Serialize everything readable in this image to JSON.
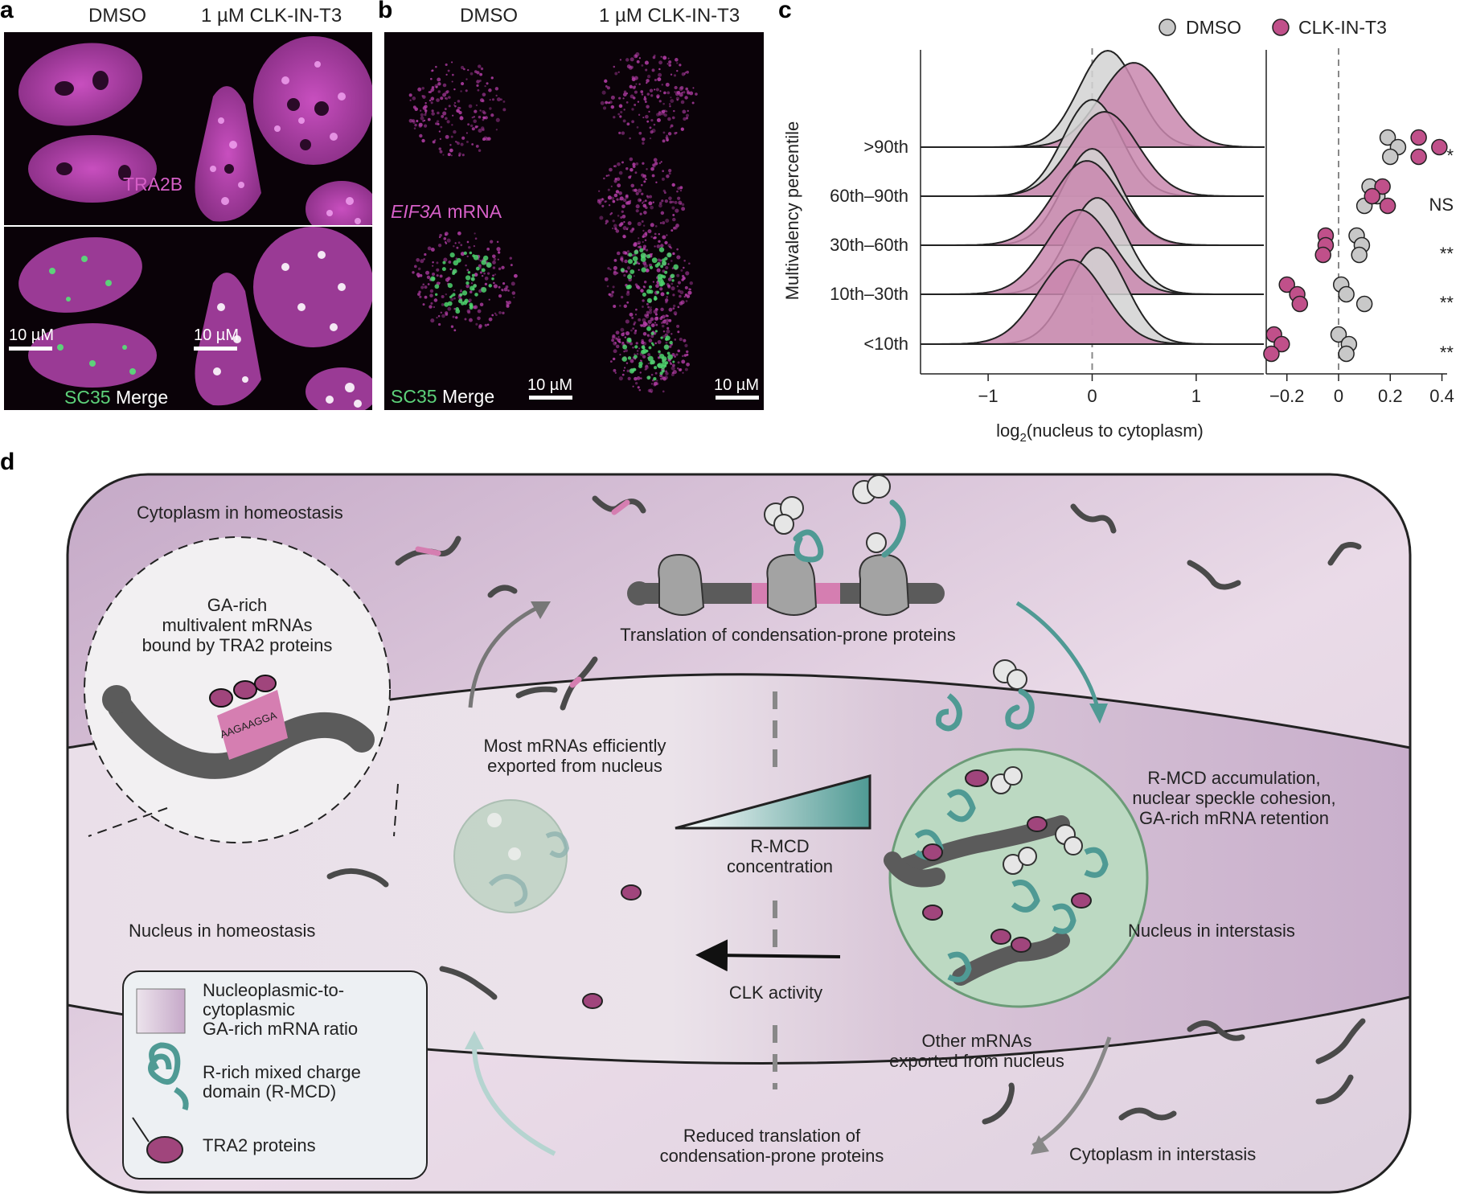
{
  "panel_a": {
    "letter": "a",
    "col1": "DMSO",
    "col2": "1 µM CLK-IN-T3",
    "top_label": "TRA2B",
    "bottom_label_green": "SC35",
    "bottom_label_white": "Merge",
    "scalebar1": "10 µM",
    "scalebar2": "10 µM"
  },
  "panel_b": {
    "letter": "b",
    "col1": "DMSO",
    "col2": "1 µM CLK-IN-T3",
    "top_label_italic": "EIF3A",
    "top_label_rest": "mRNA",
    "bottom_label_green": "SC35",
    "bottom_label_white": "Merge",
    "scalebar1": "10 µM",
    "scalebar2": "10 µM"
  },
  "panel_c": {
    "letter": "c",
    "legend": [
      "DMSO",
      "CLK-IN-T3"
    ],
    "colors": {
      "dmso": "#c8c8c8",
      "clk": "#c0508a",
      "clk_fill": "#c987ae",
      "dmso_fill": "#d2d2d2"
    },
    "ylabel": "Multivalency percentile",
    "xlabel_main": "log",
    "xlabel_sub": "2",
    "xlabel_rest": "(nucleus to cytoplasm)",
    "ridge_xticks": [
      "−1",
      "0",
      "1"
    ],
    "dot_xticks": [
      "−0.2",
      "0",
      "0.2",
      "0.4"
    ]
  },
  "chart_data": {
    "type": "ridgeline",
    "ylabel": "Multivalency percentile",
    "categories": [
      ">90th",
      "60th–90th",
      "30th–60th",
      "10th–30th",
      "<10th"
    ],
    "ridge_axis": {
      "xlim": [
        -1.65,
        1.65
      ],
      "ticks": [
        -1,
        0,
        1
      ]
    },
    "ridge_peaks": [
      {
        "category": ">90th",
        "dmso_peak": 0.15,
        "clk_peak": 0.4
      },
      {
        "category": "60th–90th",
        "dmso_peak": 0.0,
        "clk_peak": 0.12
      },
      {
        "category": "30th–60th",
        "dmso_peak": 0.0,
        "clk_peak": -0.05
      },
      {
        "category": "10th–30th",
        "dmso_peak": 0.05,
        "clk_peak": -0.12
      },
      {
        "category": "<10th",
        "dmso_peak": 0.05,
        "clk_peak": -0.2
      }
    ],
    "dot_axis": {
      "xlim": [
        -0.28,
        0.42
      ],
      "ticks": [
        -0.2,
        0,
        0.2,
        0.4
      ]
    },
    "series": [
      {
        "name": "DMSO",
        "values": [
          [
            0.19,
            0.23,
            0.2
          ],
          [
            0.12,
            0.15,
            0.1
          ],
          [
            0.07,
            0.09,
            0.08
          ],
          [
            0.01,
            0.03,
            0.1
          ],
          [
            0.0,
            0.04,
            0.03
          ]
        ]
      },
      {
        "name": "CLK-IN-T3",
        "values": [
          [
            0.31,
            0.39,
            0.31
          ],
          [
            0.17,
            0.13,
            0.19
          ],
          [
            -0.05,
            -0.05,
            -0.06
          ],
          [
            -0.2,
            -0.16,
            -0.15
          ],
          [
            -0.25,
            -0.22,
            -0.26
          ]
        ]
      }
    ],
    "significance": [
      "*",
      "NS",
      "**",
      "**",
      "**"
    ]
  },
  "panel_d": {
    "letter": "d",
    "cyto_home": "Cytoplasm in homeostasis",
    "bubble": "GA-rich\nmultivalent mRNAs\nbound by TRA2 proteins",
    "motif": "AAGAAGGA",
    "translation": "Translation of condensation-prone proteins",
    "export": "Most mRNAs efficiently\nexported from nucleus",
    "rmcd_conc": "R-MCD\nconcentration",
    "rmcd_accum": "R-MCD accumulation,\nnuclear speckle cohesion,\nGA-rich mRNA retention",
    "nuc_home": "Nucleus in homeostasis",
    "nuc_inter": "Nucleus in interstasis",
    "clk": "CLK activity",
    "other_export": "Other mRNAs\nexported from nucleus",
    "reduced": "Reduced translation of\ncondensation-prone proteins",
    "cyto_inter": "Cytoplasm in interstasis",
    "legend1": "Nucleoplasmic-to-\ncytoplasmic\nGA-rich mRNA ratio",
    "legend2": "R-rich mixed charge\ndomain (R-MCD)",
    "legend3": "TRA2 proteins"
  }
}
